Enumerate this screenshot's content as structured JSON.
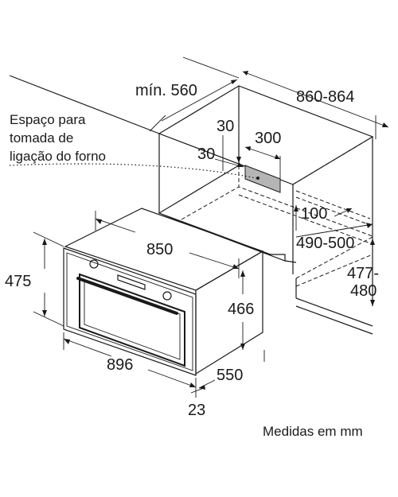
{
  "dimensions": {
    "min_depth": "mín. 560",
    "niche_width": "860-864",
    "offset_top": "30",
    "outlet_width": "300",
    "offset_side": "30",
    "vent_depth": "100",
    "niche_depth": "490-500",
    "niche_height_a": "477-",
    "niche_height_b": "480",
    "oven_width": "850",
    "front_height": "475",
    "body_height": "466",
    "front_width": "896",
    "body_depth": "550",
    "front_depth": "23"
  },
  "note_lines": [
    "Espaço para",
    "tomada de",
    "ligação do forno"
  ],
  "footer": "Medidas em mm"
}
